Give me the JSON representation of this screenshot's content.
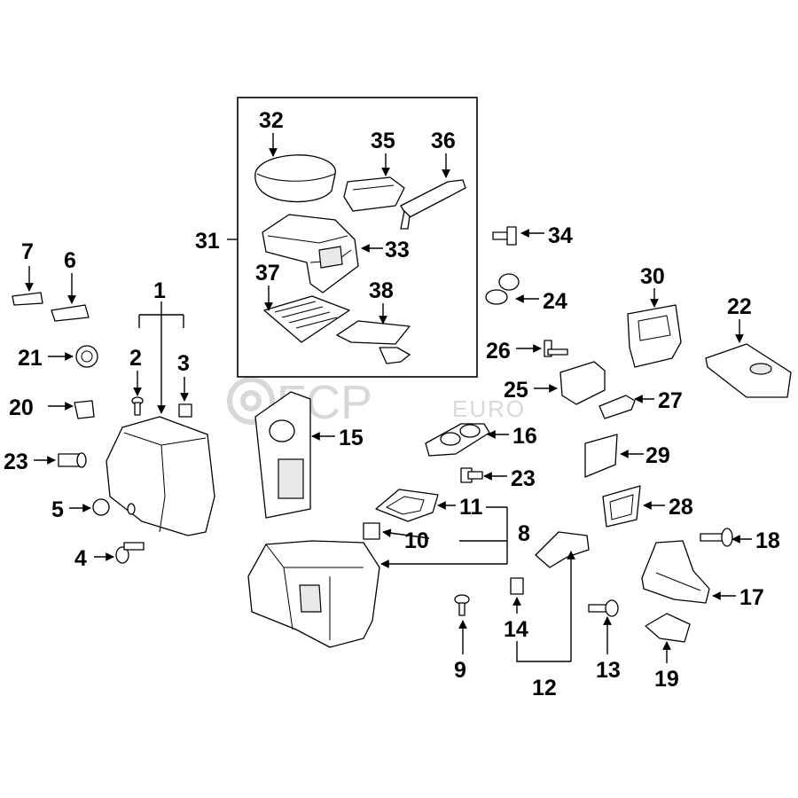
{
  "watermark": {
    "brand": "FCP",
    "suffix": "EURO"
  },
  "callouts": {
    "c1": "1",
    "c2": "2",
    "c3": "3",
    "c4": "4",
    "c5": "5",
    "c6": "6",
    "c7": "7",
    "c8": "8",
    "c9": "9",
    "c10": "10",
    "c11": "11",
    "c12": "12",
    "c13": "13",
    "c14": "14",
    "c15": "15",
    "c16": "16",
    "c17": "17",
    "c18": "18",
    "c19": "19",
    "c20": "20",
    "c21": "21",
    "c22": "22",
    "c23a": "23",
    "c23b": "23",
    "c24": "24",
    "c25": "25",
    "c26": "26",
    "c27": "27",
    "c28": "28",
    "c29": "29",
    "c30": "30",
    "c31": "31",
    "c32": "32",
    "c33": "33",
    "c34": "34",
    "c35": "35",
    "c36": "36",
    "c37": "37",
    "c38": "38"
  }
}
